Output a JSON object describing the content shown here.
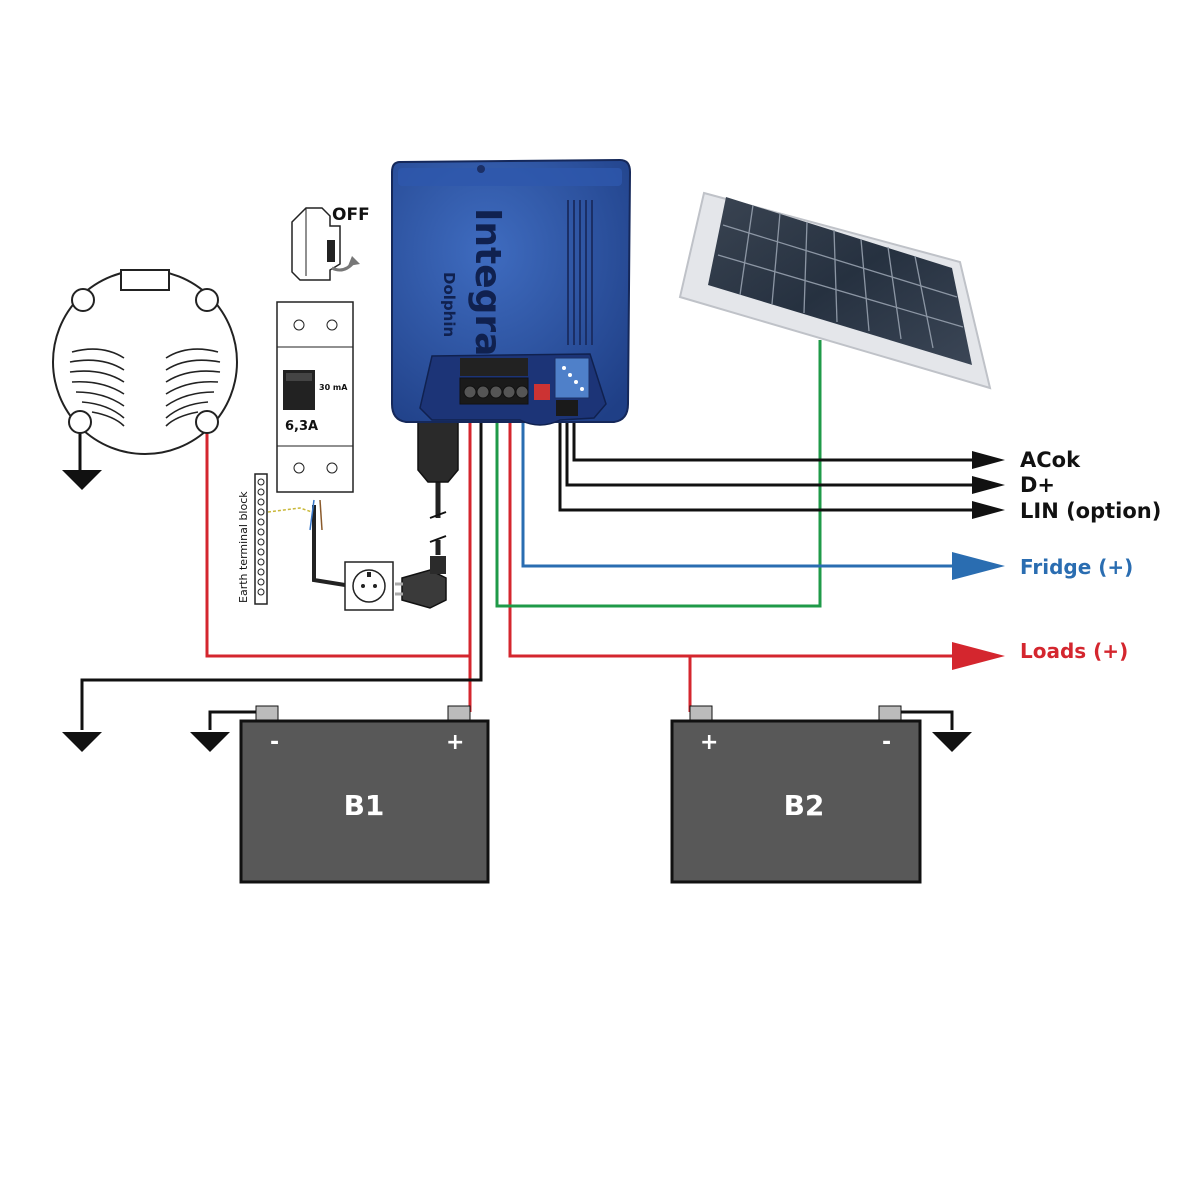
{
  "colors": {
    "red": "#d4262e",
    "green": "#1f9a48",
    "blue": "#2a6db1",
    "black": "#111111",
    "battery": "#585858",
    "charger": "#2a4f9e"
  },
  "charger": {
    "brand": "Integral",
    "model": "Dolphin"
  },
  "breaker": {
    "state": "OFF",
    "sensitivity": "30 mA",
    "rating": "6,3A"
  },
  "earth_block": {
    "label": "Earth terminal block"
  },
  "outputs": {
    "acok": "ACok",
    "dplus": "D+",
    "lin": "LIN (option)",
    "fridge": "Fridge (+)",
    "loads": "Loads (+)"
  },
  "batteries": {
    "b1": {
      "name": "B1",
      "minus": "-",
      "plus": "+"
    },
    "b2": {
      "name": "B2",
      "plus": "+",
      "minus": "-"
    }
  }
}
